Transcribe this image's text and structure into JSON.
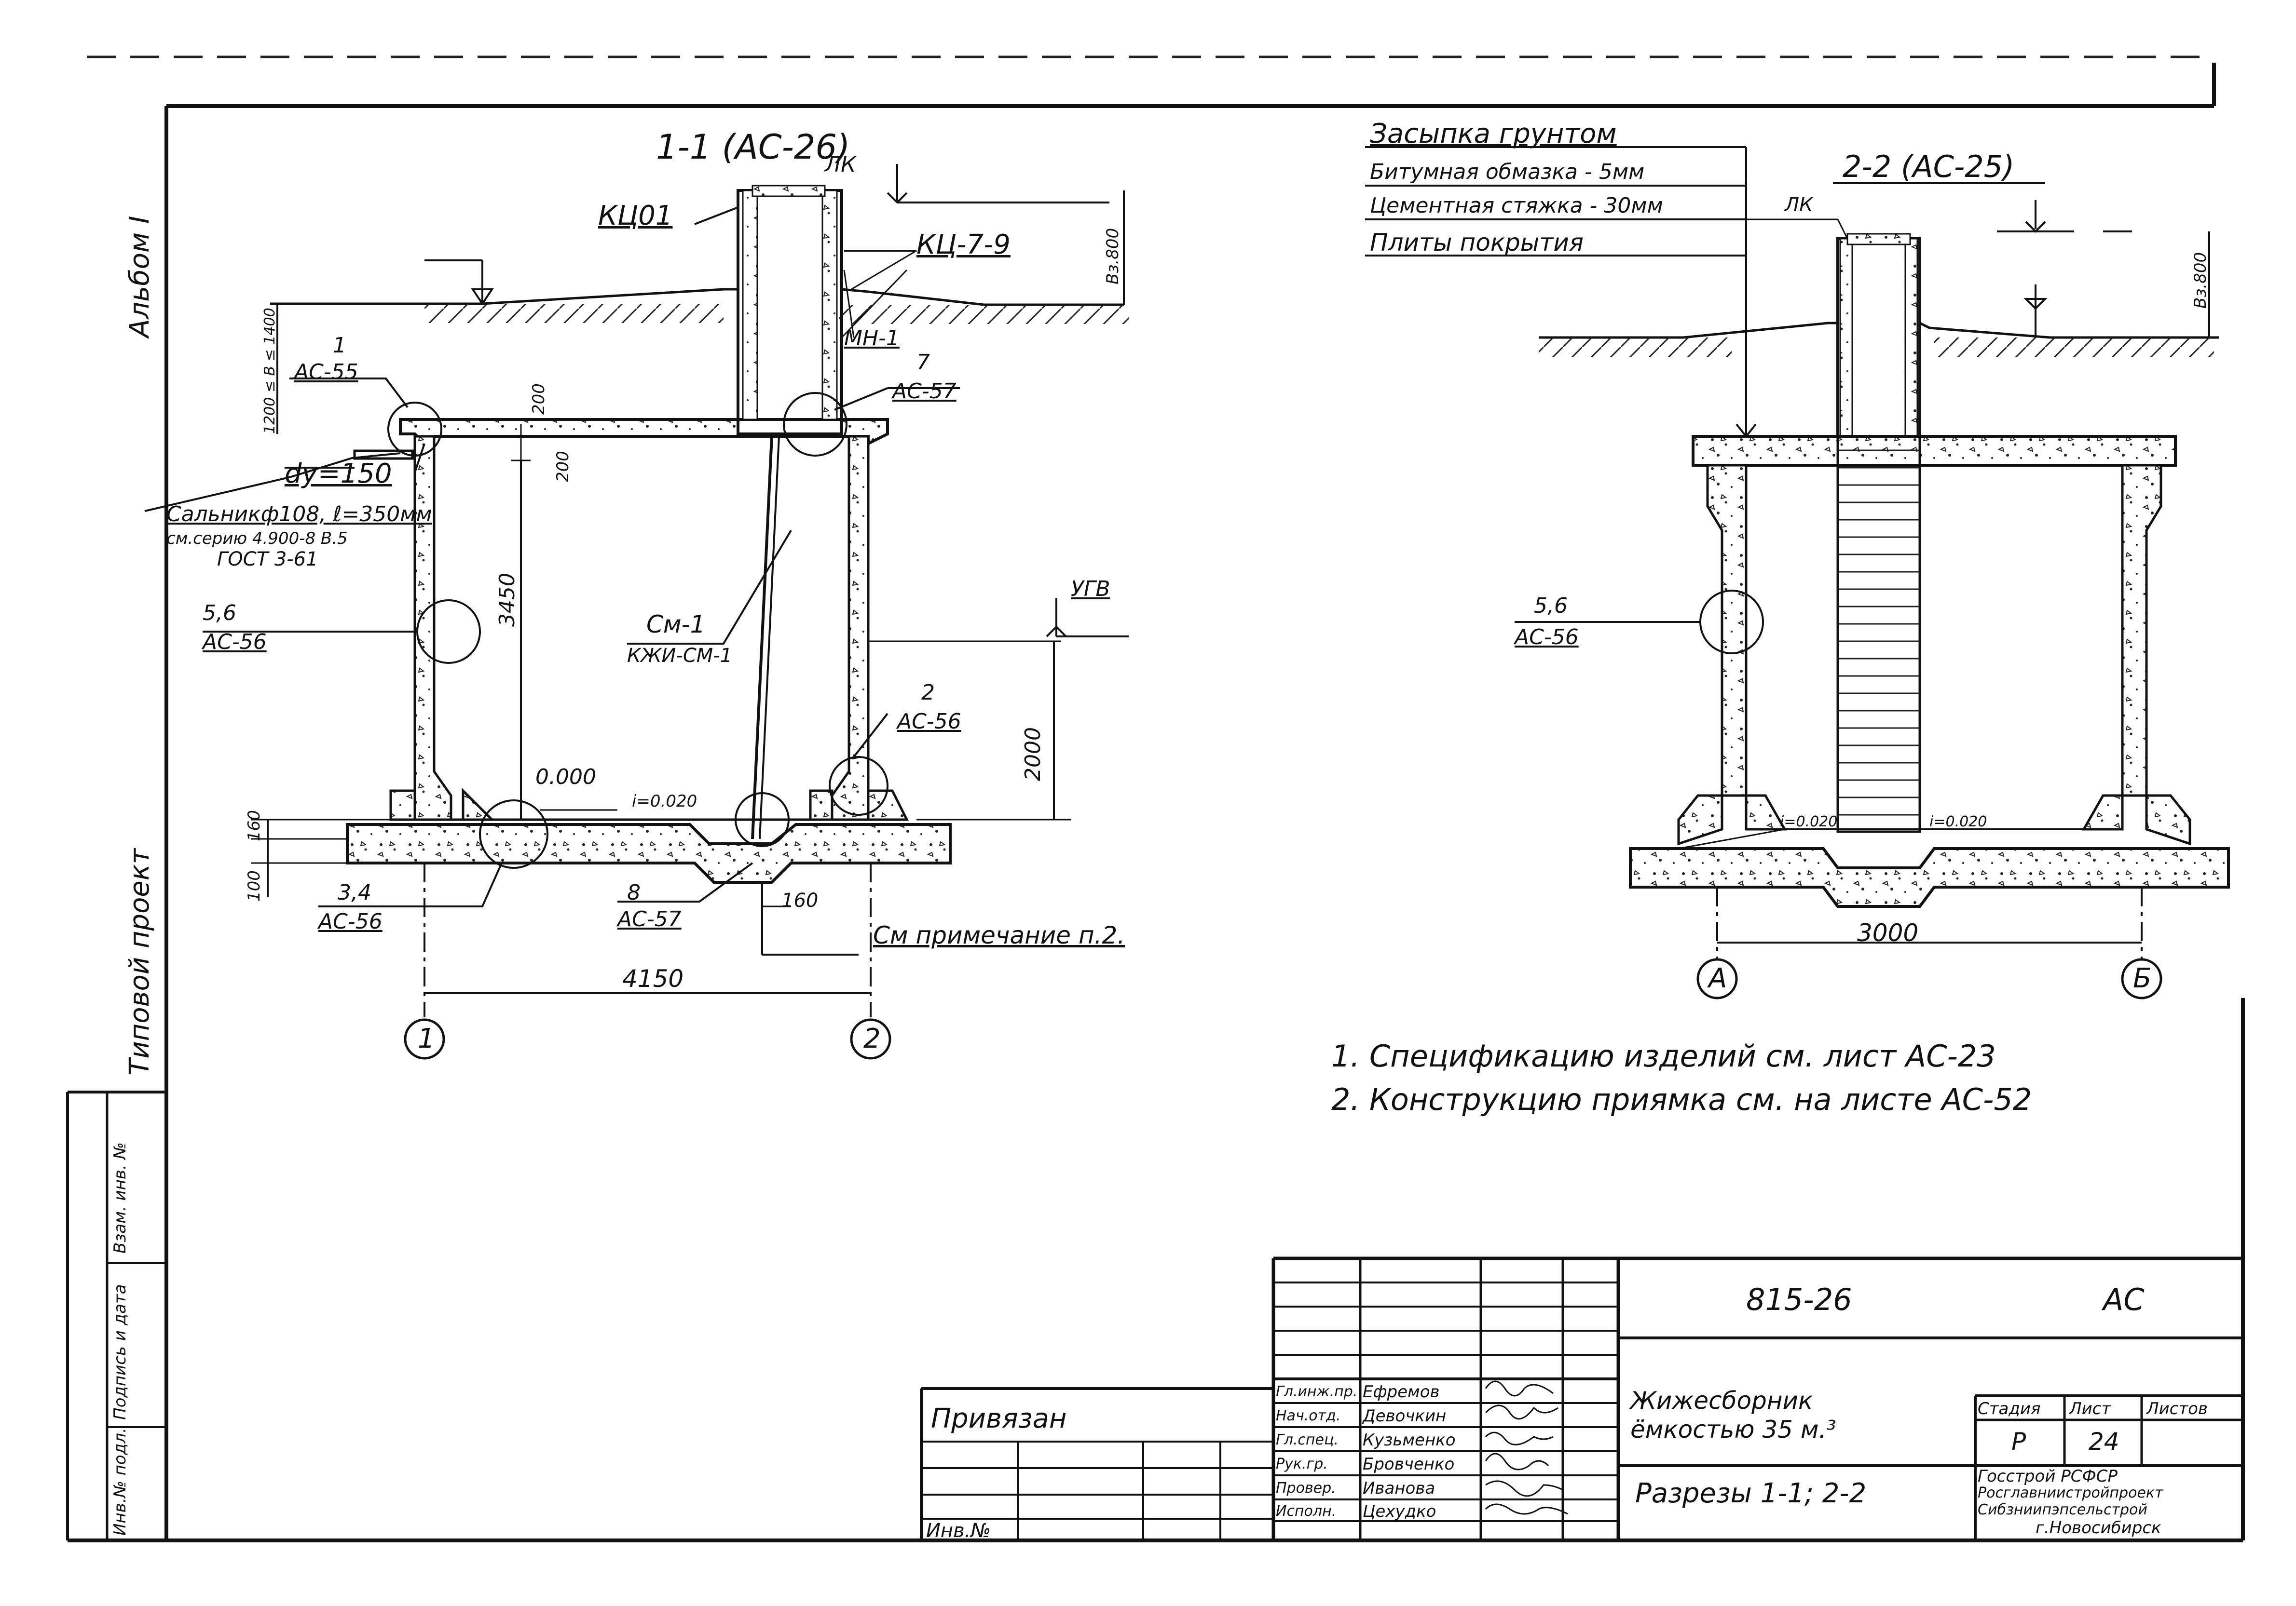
{
  "side_strip": {
    "album": "Альбом I",
    "typical_project": "Типовой проект",
    "inv_podl": "Инв.№ подл.",
    "signature_date": "Подпись и дата",
    "vzam_inv": "Взам. инв. №"
  },
  "section_1_1": {
    "title": "1-1 (АС-26)",
    "lk": "ЛК",
    "kc01": "КЦ01",
    "kc7_9": "КЦ-7-9",
    "mn1": "МН-1",
    "fill_height": "Вз.800",
    "depth_range": "1200 ≤ В ≤ 1400",
    "node1_num": "1",
    "node1_sheet": "АС-55",
    "node7_num": "7",
    "node7_sheet": "АС-57",
    "dim_200a": "200",
    "dim_200b": "200",
    "pipe_dy": "dy=150",
    "gland_line1": "Сальникф108, ℓ=350мм",
    "gland_line2": "см.серию 4.900-8 В.5",
    "gland_line3": "ГОСТ 3-61",
    "node56_num": "5,6",
    "node56_sheet": "АС-56",
    "dim_3450": "3450",
    "cm1_num": "См-1",
    "cm1_sheet": "КЖИ-СМ-1",
    "ugv": "УГВ",
    "dim_2000": "2000",
    "node2_num": "2",
    "node2_sheet": "АС-56",
    "level_0": "0.000",
    "slope": "i=0.020",
    "dim_160": "160",
    "dim_100": "100",
    "node34_num": "3,4",
    "node34_sheet": "АС-56",
    "node8_num": "8",
    "node8_sheet": "АС-57",
    "dim_160b": "160",
    "see_note": "См примечание п.2.",
    "dim_4150": "4150",
    "axis1": "1",
    "axis2": "2"
  },
  "layers": {
    "l1": "Засыпка грунтом",
    "l2": "Битумная обмазка - 5мм",
    "l3": "Цементная стяжка - 30мм",
    "l4": "Плиты покрытия"
  },
  "section_2_2": {
    "title": "2-2 (АС-25)",
    "lk": "ЛК",
    "fill_height": "Вз.800",
    "node56_num": "5,6",
    "node56_sheet": "АС-56",
    "slope_l": "i=0.020",
    "slope_r": "i=0.020",
    "dim_3000": "3000",
    "axisA": "А",
    "axisB": "Б"
  },
  "notes": {
    "n1": "1. Спецификацию изделий см. лист АС-23",
    "n2": "2. Конструкцию приямка см. на листе АС-52"
  },
  "title_block": {
    "doc_code": "815-26",
    "mark": "АС",
    "privyazan": "Привязан",
    "inv_no": "Инв.№",
    "object_line1": "Жижесборник",
    "object_line2": "ёмкостью 35 м.³",
    "sheet_title": "Разрезы 1-1; 2-2",
    "stage_hdr": "Стадия",
    "sheet_hdr": "Лист",
    "sheets_hdr": "Листов",
    "stage": "Р",
    "sheet": "24",
    "org1": "Госстрой РСФСР",
    "org2": "Росглавниистройпроект",
    "org3": "Сибзниипэпсельстрой",
    "org4": "г.Новосибирск",
    "roles": [
      {
        "role": "Гл.инж.пр.",
        "name": "Ефремов"
      },
      {
        "role": "Нач.отд.",
        "name": "Девочкин"
      },
      {
        "role": "Гл.спец.",
        "name": "Кузьменко"
      },
      {
        "role": "Рук.гр.",
        "name": "Бровченко"
      },
      {
        "role": "Провер.",
        "name": "Иванова"
      },
      {
        "role": "Исполн.",
        "name": "Цехудко"
      }
    ]
  }
}
